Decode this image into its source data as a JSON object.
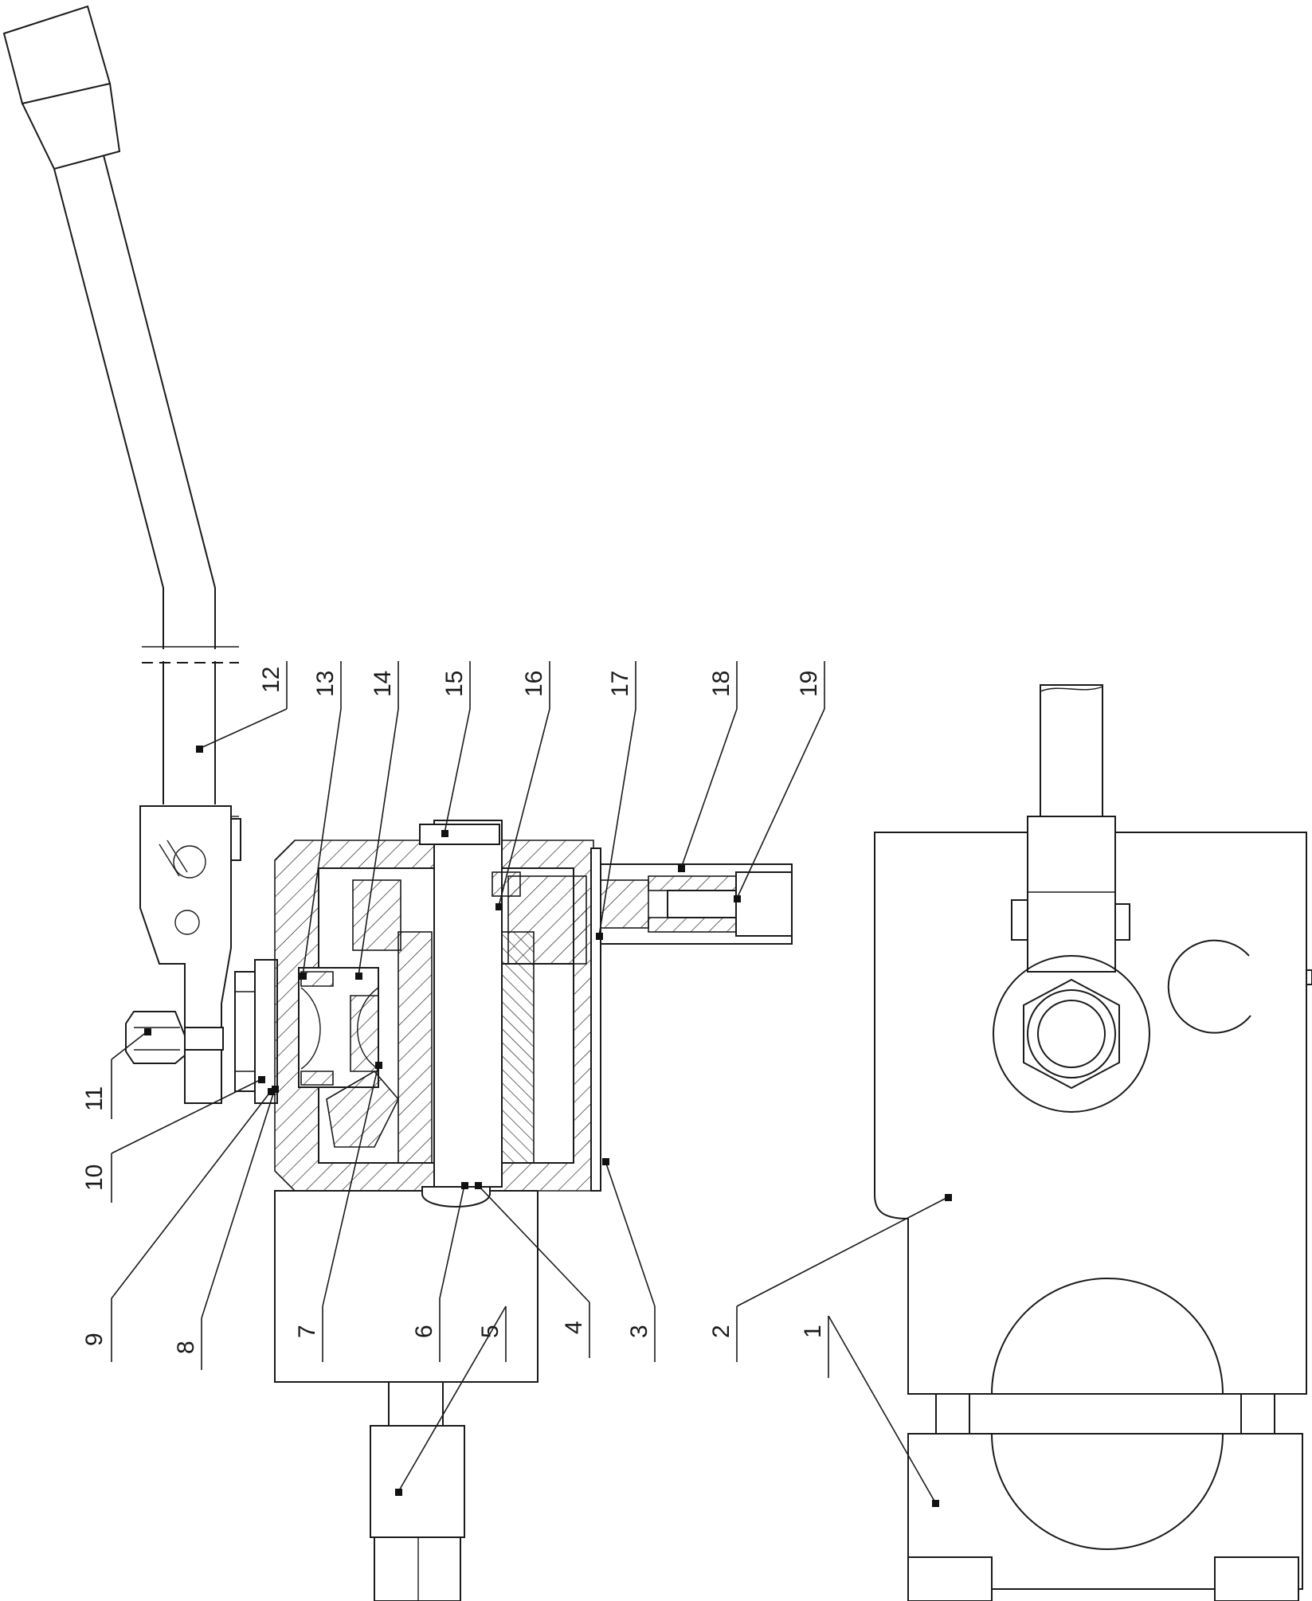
{
  "callouts": [
    {
      "n": "1"
    },
    {
      "n": "2"
    },
    {
      "n": "3"
    },
    {
      "n": "4"
    },
    {
      "n": "5"
    },
    {
      "n": "6"
    },
    {
      "n": "7"
    },
    {
      "n": "8"
    },
    {
      "n": "9"
    },
    {
      "n": "10"
    },
    {
      "n": "11"
    },
    {
      "n": "12"
    },
    {
      "n": "13"
    },
    {
      "n": "14"
    },
    {
      "n": "15"
    },
    {
      "n": "16"
    },
    {
      "n": "17"
    },
    {
      "n": "18"
    },
    {
      "n": "19"
    }
  ]
}
